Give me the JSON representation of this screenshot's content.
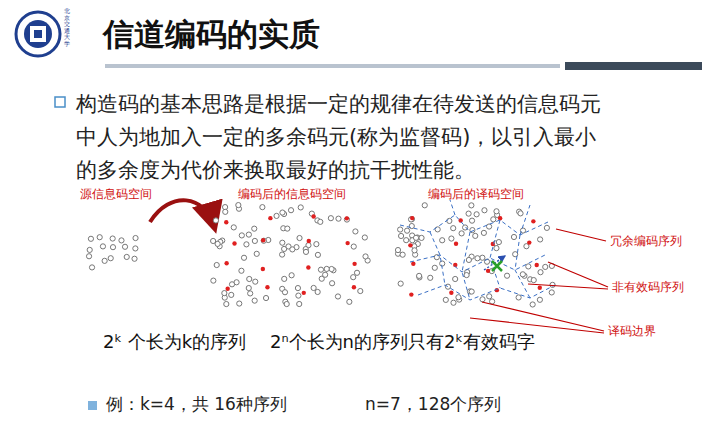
{
  "diagram": {
    "title": "信道编码的实质",
    "labels": [
      "北京交通大学",
      "构造码的基本思路是根据一定的规律在待发送的信息码元中人为地加入一定的多余码元(称为监督码)，以引入最小的多余度为代价来换取最好的抗干扰性能。",
      "源信息码空间",
      "编码后的信息码空间",
      "编码后的译码空间",
      "冗余编码序列",
      "非有效码序列",
      "译码边界",
      "2ᵏ 个长为k的序列",
      "2ⁿ个长为n的序列只有2ᵏ有效码字",
      "例：k=4，共 16种序列",
      "n=7，128个序列"
    ]
  }
}
